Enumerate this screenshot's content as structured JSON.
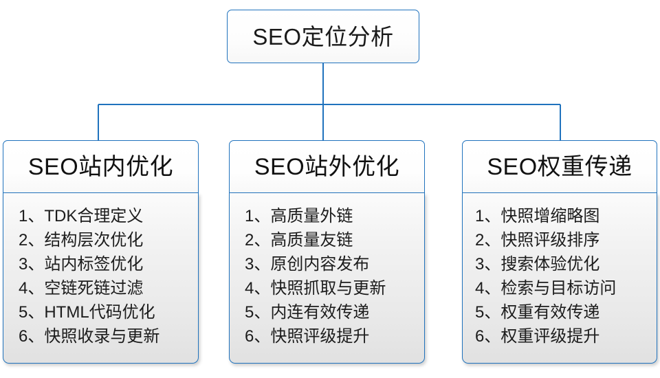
{
  "diagram": {
    "root": {
      "title": "SEO定位分析"
    },
    "accent_color": "#1f72bd",
    "text_color": "#1a1a1a",
    "branches": [
      {
        "header": "SEO站内优化",
        "items": [
          "1、TDK合理定义",
          "2、结构层次优化",
          "3、站内标签优化",
          "4、空链死链过滤",
          "5、HTML代码优化",
          "6、快照收录与更新"
        ]
      },
      {
        "header": "SEO站外优化",
        "items": [
          "1、高质量外链",
          "2、高质量友链",
          "3、原创内容发布",
          "4、快照抓取与更新",
          "5、内连有效传递",
          "6、快照评级提升"
        ]
      },
      {
        "header": "SEO权重传递",
        "items": [
          "1、快照增缩略图",
          "2、快照评级排序",
          "3、搜索体验优化",
          "4、检索与目标访问",
          "5、权重有效传递",
          "6、权重评级提升"
        ]
      }
    ]
  }
}
